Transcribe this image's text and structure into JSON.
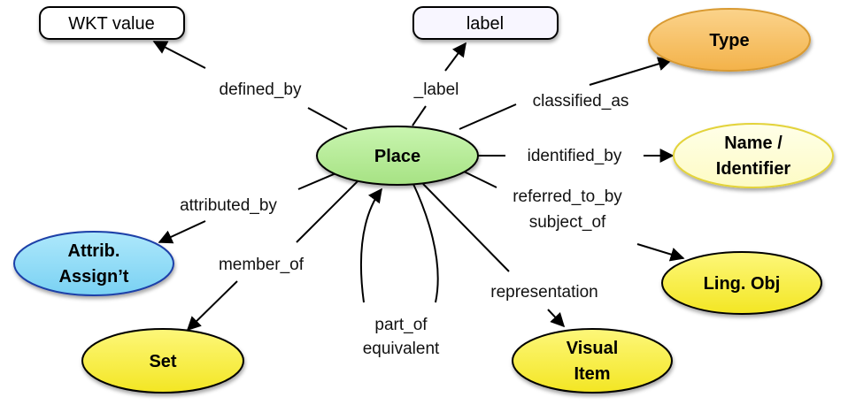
{
  "nodes": {
    "wkt": "WKT value",
    "label": "label",
    "type": "Type",
    "place": "Place",
    "name_line1": "Name /",
    "name_line2": "Identifier",
    "attrib_line1": "Attrib.",
    "attrib_line2": "Assign’t",
    "ling": "Ling. Obj",
    "set": "Set",
    "visual_line1": "Visual",
    "visual_line2": "Item"
  },
  "edges": {
    "defined_by": "defined_by",
    "label": "_label",
    "classified_as": "classified_as",
    "identified_by": "identified_by",
    "referred_to_by": "referred_to_by",
    "subject_of": "subject_of",
    "attributed_by": "attributed_by",
    "member_of": "member_of",
    "representation": "representation",
    "part_of": "part_of",
    "equivalent": "equivalent"
  },
  "colors": {
    "place": "#b5ec98",
    "type": "#f8c46a",
    "name": "#ffffd6",
    "attrib": "#8fdcf7",
    "yellow": "#fbf13f",
    "label_box": "#f8f6ff"
  }
}
